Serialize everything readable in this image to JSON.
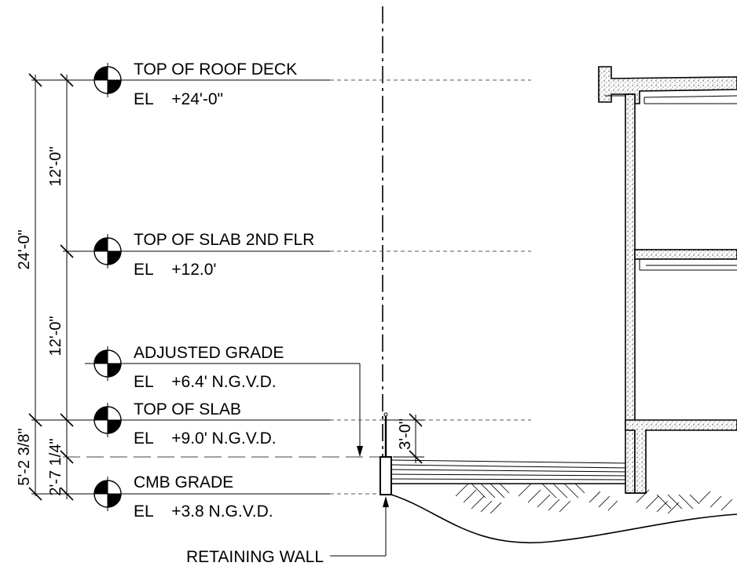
{
  "levels": [
    {
      "name": "TOP OF ROOF DECK",
      "elevation": "EL    +24'-0\""
    },
    {
      "name": "TOP OF SLAB 2ND FLR",
      "elevation": "EL    +12.0'"
    },
    {
      "name": "ADJUSTED GRADE",
      "elevation": "EL    +6.4' N.G.V.D."
    },
    {
      "name": "TOP OF SLAB",
      "elevation": "EL    +9.0' N.G.V.D."
    },
    {
      "name": "CMB GRADE",
      "elevation": "EL    +3.8 N.G.V.D."
    }
  ],
  "dimensions": {
    "upper_story": "12'-0\"",
    "lower_story": "12'-0\"",
    "overall": "24'-0\"",
    "slab_to_adjusted": "5'-2 3/8\"",
    "adjusted_to_grade": "2'-7 1/4\"",
    "wall_height": "3'-0\""
  },
  "callouts": {
    "retaining_wall": "RETAINING WALL"
  }
}
